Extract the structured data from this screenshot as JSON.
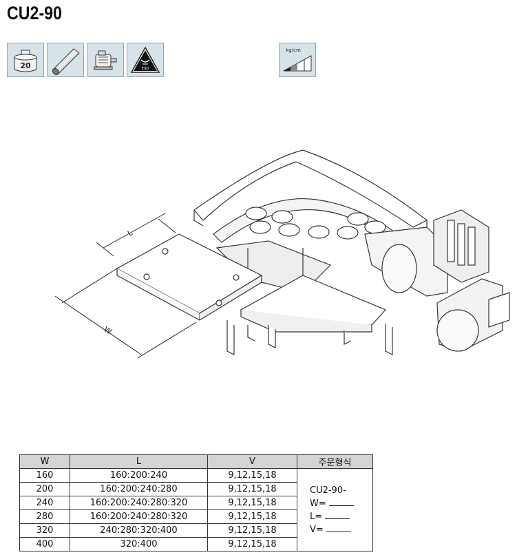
{
  "page": {
    "title": "CU2-90"
  },
  "icons": [
    {
      "name": "weight-20-icon",
      "label": "20"
    },
    {
      "name": "roller-rod-icon"
    },
    {
      "name": "motor-icon"
    },
    {
      "name": "esd-icon",
      "label": "ESD"
    },
    {
      "name": "load-capacity-icon",
      "label": "kg/cm"
    }
  ],
  "drawing": {
    "dim_l": "L",
    "dim_w": "W"
  },
  "table": {
    "headers": [
      "W",
      "L",
      "V",
      "주문형식"
    ],
    "rows": [
      [
        "160",
        "160:200:240",
        "9,12,15,18"
      ],
      [
        "200",
        "160:200:240:280",
        "9,12,15,18"
      ],
      [
        "240",
        "160:200:240:280:320",
        "9,12,15,18"
      ],
      [
        "280",
        "160:200:240:280:320",
        "9,12,15,18"
      ],
      [
        "320",
        "240:280:320:400",
        "9,12,15,18"
      ],
      [
        "400",
        "320:400",
        "9,12,15,18"
      ]
    ],
    "order": {
      "model": "CU2-90-",
      "w": "W=",
      "l": "L=",
      "v": "V="
    }
  }
}
